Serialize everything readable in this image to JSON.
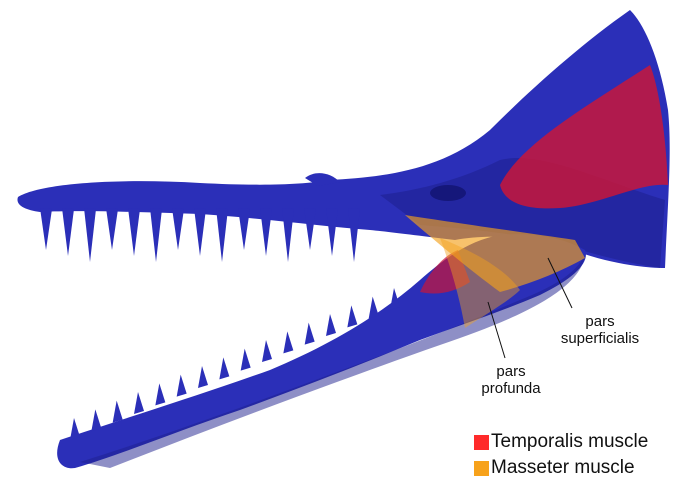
{
  "figure": {
    "colors": {
      "bone": "#2b2fb8",
      "bone_shadow": "#1d1f8e",
      "temporalis": "#c8163a",
      "masseter": "#f2a21d"
    },
    "callouts": {
      "superficialis": [
        "pars",
        "superficialis"
      ],
      "profunda": [
        "pars",
        "profunda"
      ]
    },
    "legend": [
      {
        "label": "Temporalis muscle",
        "color": "#ff2a2a",
        "icon": "red-square-icon"
      },
      {
        "label": "Masseter muscle",
        "color": "#f7a21b",
        "icon": "orange-square-icon"
      }
    ]
  }
}
